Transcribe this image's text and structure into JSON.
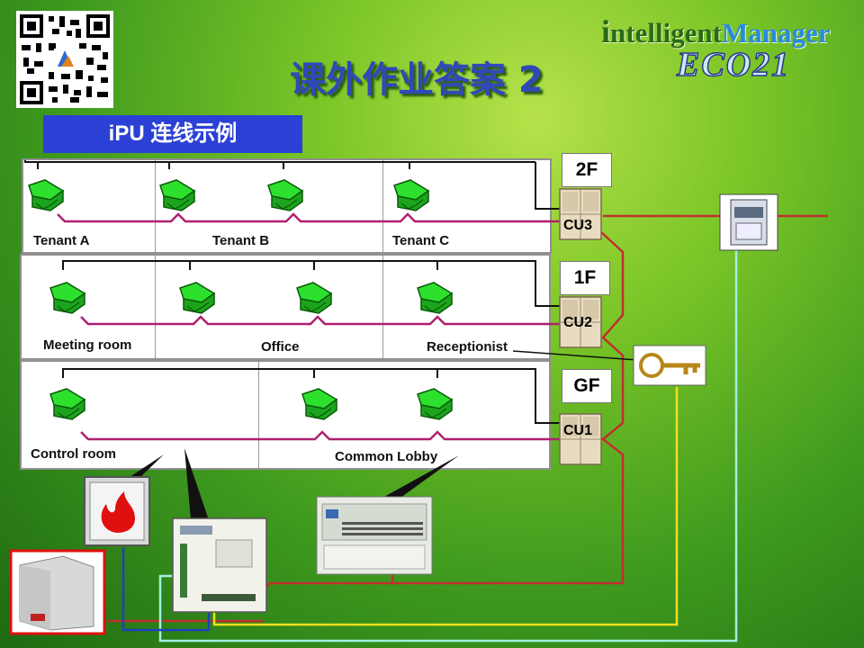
{
  "title": "课外作业答案 2",
  "subtitle": "iPU 连线示例",
  "logo": {
    "line1_a": "ntelligent",
    "line1_b": "Manager",
    "line2": "ECO21"
  },
  "floors": {
    "second": {
      "floor_label": "2F",
      "cu_label": "CU3",
      "rooms": [
        "Tenant A",
        "Tenant B",
        "Tenant C"
      ]
    },
    "first": {
      "floor_label": "1F",
      "cu_label": "CU2",
      "rooms": [
        "Meeting room",
        "Office",
        "Receptionist"
      ]
    },
    "ground": {
      "floor_label": "GF",
      "cu_label": "CU1",
      "rooms": [
        "Control room",
        "Common Lobby"
      ]
    }
  },
  "devices": [
    "qr-code",
    "fire-alarm-icon",
    "key-icon",
    "ipu-controller",
    "central-remote-controller",
    "ups-device",
    "pc-terminal"
  ],
  "colors": {
    "bus_line": "#b0206e",
    "power_line": "#c03030",
    "signal_line_yellow": "#f0e020",
    "signal_line_cyan": "#a0f0e0",
    "signal_line_blue": "#2040c0",
    "accent_blue": "#2b41d6"
  }
}
